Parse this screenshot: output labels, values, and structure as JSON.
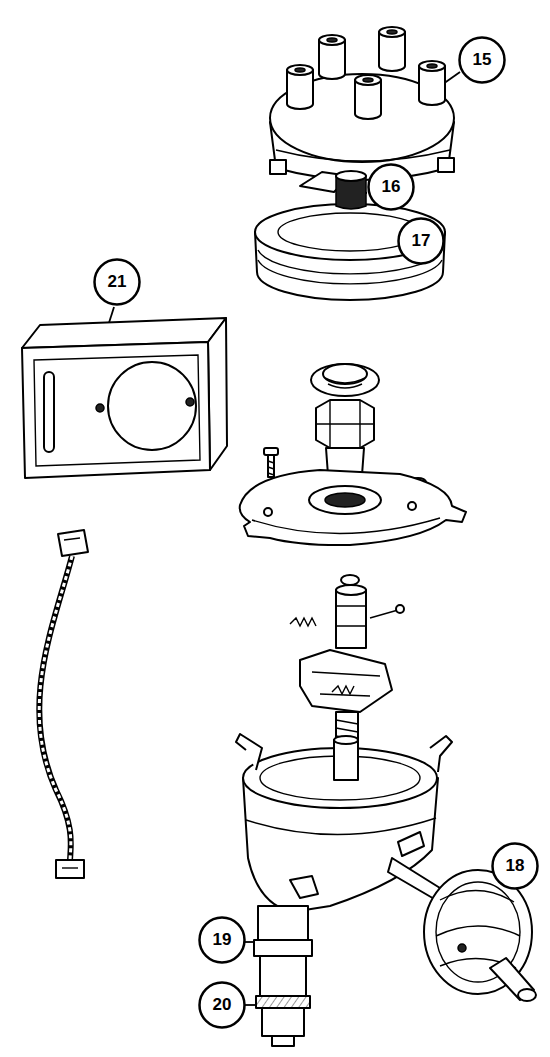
{
  "diagram": {
    "nodes": [
      {
        "text": [
          "15"
        ]
      },
      {
        "text": [
          "16"
        ]
      },
      {
        "text": [
          "17"
        ]
      },
      {
        "text": [
          "21"
        ]
      },
      {
        "text": [
          "18"
        ]
      },
      {
        "text": [
          "19"
        ]
      },
      {
        "text": [
          "20"
        ]
      }
    ]
  }
}
